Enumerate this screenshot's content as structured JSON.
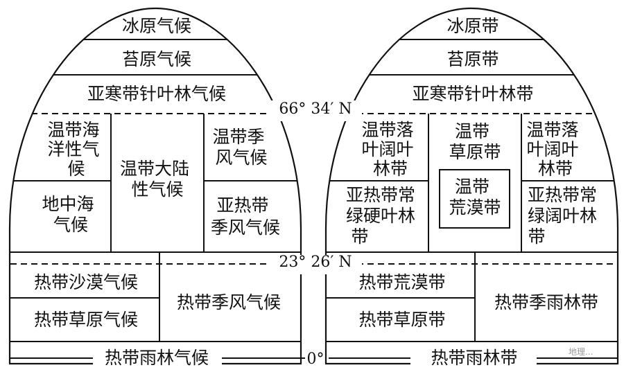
{
  "diagram": {
    "latitudes": {
      "arctic": "66° 34′ N",
      "tropic": "23° 26′ N",
      "equator": "0°"
    },
    "climate_types": {
      "ice_cap": "冰原气候",
      "tundra": "苔原气候",
      "subarctic": "亚寒带针叶林气候",
      "temperate_maritime": [
        "温带海",
        "洋性气",
        "候"
      ],
      "mediterranean": [
        "地中海",
        "气候"
      ],
      "temperate_continental": [
        "温带大陆",
        "性气候"
      ],
      "temperate_monsoon": [
        "温带季",
        "风气候"
      ],
      "subtropical_monsoon": [
        "亚热带",
        "季风气候"
      ],
      "tropical_desert": "热带沙漠气候",
      "tropical_savanna": "热带草原气候",
      "tropical_monsoon": "热带季风气候",
      "tropical_rainforest": "热带雨林气候"
    },
    "vegetation_zones": {
      "ice_sheet": "冰原带",
      "tundra": "苔原带",
      "taiga": "亚寒带针叶林带",
      "temperate_deciduous_west": [
        "温带落",
        "叶阔叶",
        "林带"
      ],
      "temperate_grassland": [
        "温带",
        "草原带"
      ],
      "temperate_desert": [
        "温带",
        "荒漠带"
      ],
      "temperate_deciduous_east": [
        "温带落",
        "叶阔叶",
        "林带"
      ],
      "subtropical_sclerophyll": [
        "亚热带常",
        "绿硬叶林",
        "带"
      ],
      "subtropical_evergreen": [
        "亚热带常",
        "绿阔叶林",
        "带"
      ],
      "tropical_desert": "热带荒漠带",
      "tropical_grassland": "热带草原带",
      "tropical_rainforest_seasonal": "热带季雨林带",
      "tropical_rainforest": "热带雨林带"
    },
    "watermark": "地理..."
  },
  "colors": {
    "line": "#111111",
    "background": "#ffffff"
  }
}
